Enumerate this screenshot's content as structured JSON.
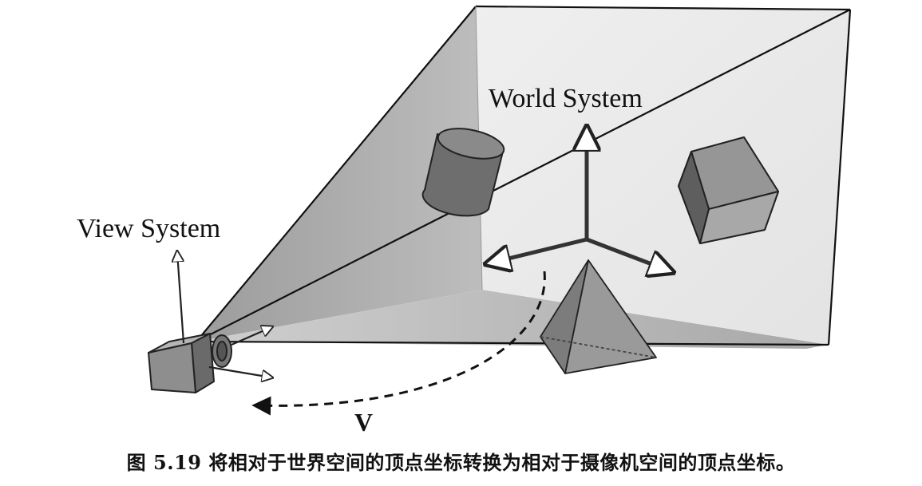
{
  "labels": {
    "world_system": "World System",
    "view_system": "View System",
    "transform_symbol": "V"
  },
  "caption": "图 5.19  将相对于世界空间的顶点坐标转换为相对于摄像机空间的顶点坐标。"
}
